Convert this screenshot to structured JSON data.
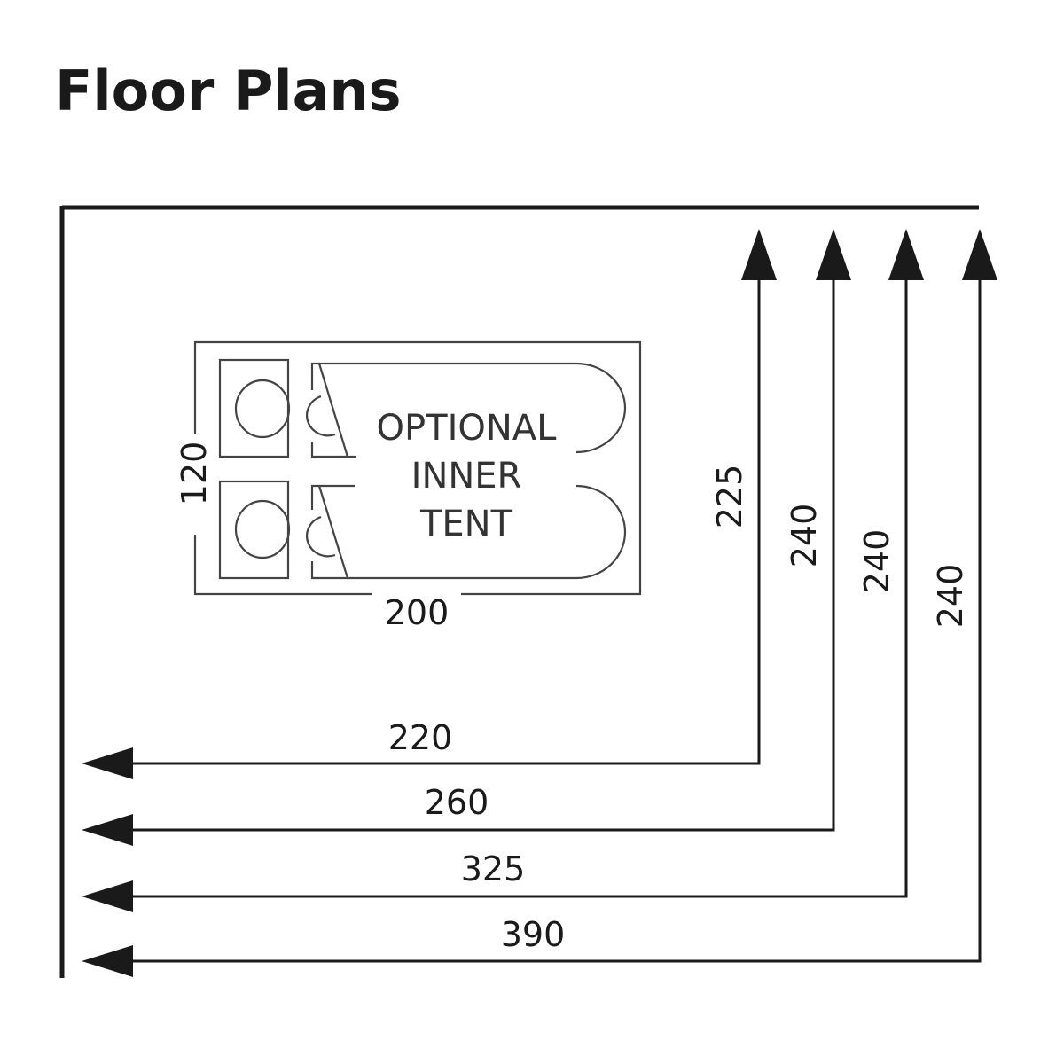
{
  "title": "Floor Plans",
  "inner_tent": {
    "label_lines": [
      "OPTIONAL",
      "INNER",
      "TENT"
    ],
    "width": "200",
    "depth": "120"
  },
  "dimensions": [
    {
      "width": "220",
      "depth": "225"
    },
    {
      "width": "260",
      "depth": "240"
    },
    {
      "width": "325",
      "depth": "240"
    },
    {
      "width": "390",
      "depth": "240"
    }
  ],
  "colors": {
    "line": "#1a1a1a",
    "background": "#ffffff"
  }
}
